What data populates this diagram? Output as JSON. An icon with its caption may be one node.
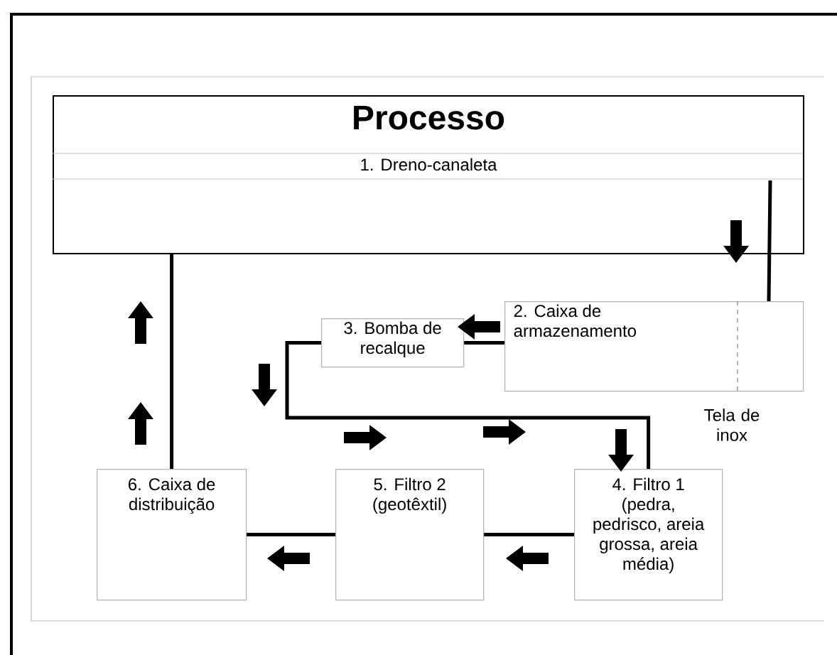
{
  "diagram": {
    "nodes": [
      {
        "text": [
          "Processo",
          "1. Dreno-canaleta"
        ]
      },
      {
        "text": [
          "2. Caixa de armazenamento"
        ],
        "beside": [
          "Tela de inox"
        ]
      },
      {
        "text": [
          "3. Bomba de recalque"
        ]
      },
      {
        "text": [
          "4. Filtro 1 (pedra, pedrisco, areia grossa, areia média)"
        ]
      },
      {
        "text": [
          "5. Filtro 2 (geotêxtil)"
        ]
      },
      {
        "text": [
          "6. Caixa de distribuição"
        ]
      }
    ],
    "edges": [
      {
        "from": 0,
        "to": 1,
        "arrow": "none"
      },
      {
        "from": 1,
        "to": 2,
        "arrow": "none"
      },
      {
        "from": 2,
        "to": 3,
        "arrow": "none"
      },
      {
        "from": 3,
        "to": 4,
        "arrow": "none"
      },
      {
        "from": 4,
        "to": 5,
        "arrow": "none"
      },
      {
        "from": 5,
        "to": 0,
        "arrow": "none"
      }
    ]
  }
}
